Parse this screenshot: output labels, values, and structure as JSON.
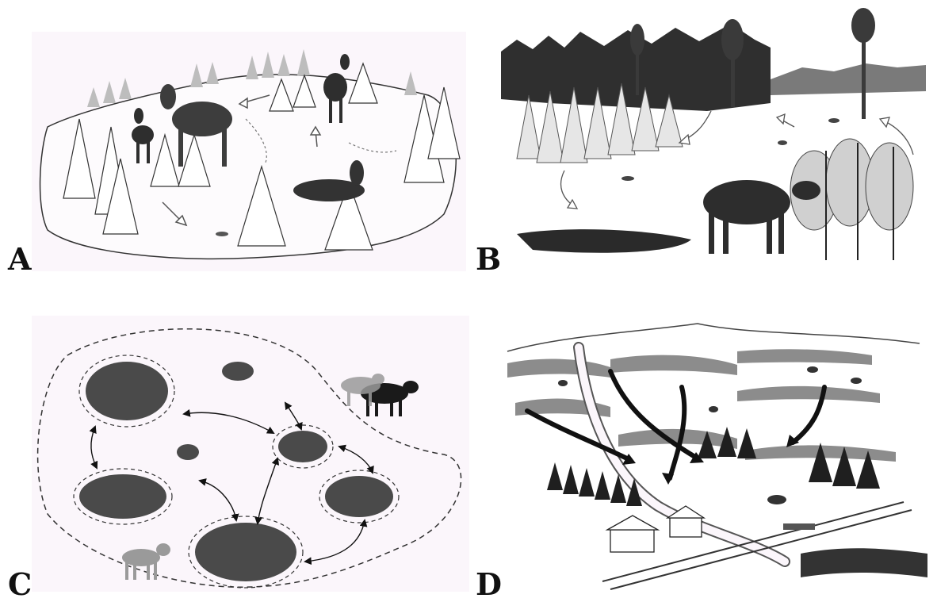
{
  "panels": [
    {
      "letter": "A"
    },
    {
      "letter": "B"
    },
    {
      "letter": "C"
    },
    {
      "letter": "D"
    }
  ],
  "colors": {
    "panel_bg": "#fbf6fb",
    "patch": "#4a4a4a",
    "ink": "#111111",
    "moose_grey": "#9a9a9a"
  }
}
